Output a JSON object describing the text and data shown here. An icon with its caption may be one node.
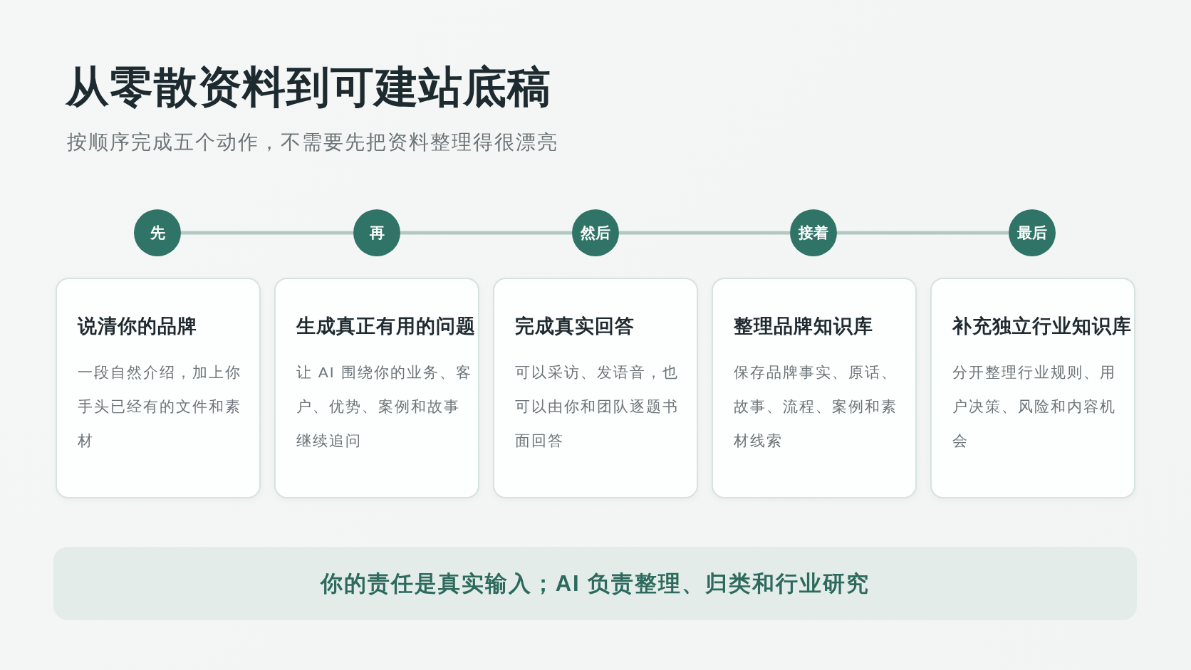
{
  "diagram": {
    "title": "从零散资料到可建站底稿",
    "nodes": [
      {
        "text": [
          "先"
        ]
      },
      {
        "text": [
          "再"
        ]
      },
      {
        "text": [
          "然后"
        ]
      },
      {
        "text": [
          "接着"
        ]
      },
      {
        "text": [
          "最后"
        ]
      },
      {
        "text": [
          "说清你的品牌",
          "一段自然介绍，加上你手头已经有的文件和素材"
        ]
      },
      {
        "text": [
          "生成真正有用的问题",
          "让 AI 围绕你的业务、客户、优势、案例和故事继续追问"
        ]
      },
      {
        "text": [
          "完成真实回答",
          "可以采访、发语音，也可以由你和团队逐题书面回答"
        ]
      },
      {
        "text": [
          "整理品牌知识库",
          "保存品牌事实、原话、故事、流程、案例和素材线索"
        ]
      },
      {
        "text": [
          "补充独立行业知识库",
          "分开整理行业规则、用户决策、风险和内容机会"
        ]
      },
      {
        "text": [
          "你的责任是真实输入；AI 负责整理、归类和行业研究"
        ]
      }
    ],
    "edges": [
      {
        "from": 0,
        "to": 1,
        "arrow": "none"
      },
      {
        "from": 1,
        "to": 2,
        "arrow": "none"
      },
      {
        "from": 2,
        "to": 3,
        "arrow": "none"
      },
      {
        "from": 3,
        "to": 4,
        "arrow": "none"
      }
    ],
    "labels": [
      "按顺序完成五个动作，不需要先把资料整理得很漂亮"
    ]
  }
}
